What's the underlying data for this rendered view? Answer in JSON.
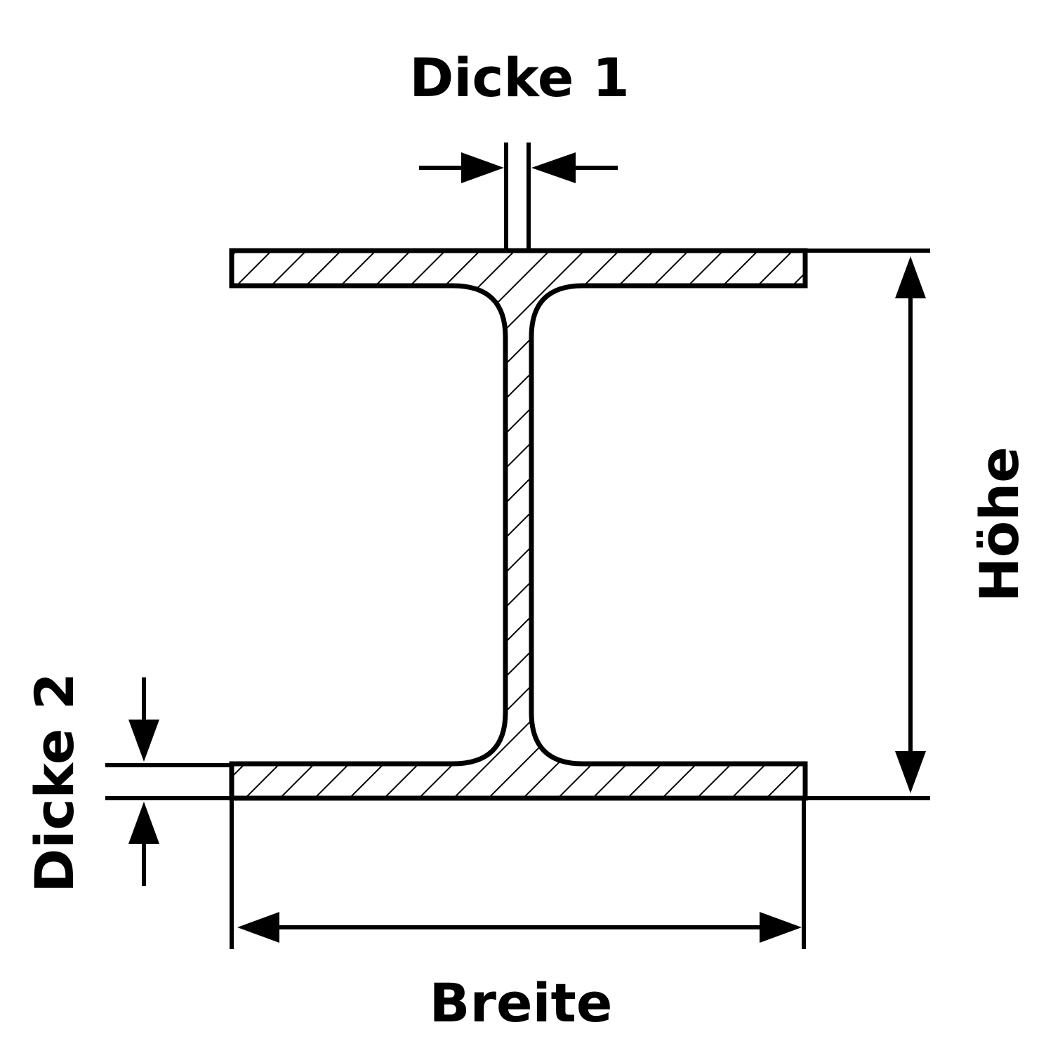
{
  "labels": {
    "dicke1": "Dicke 1",
    "dicke2": "Dicke 2",
    "hoehe": "Höhe",
    "breite": "Breite"
  },
  "colors": {
    "stroke": "#000000",
    "background": "#ffffff"
  }
}
